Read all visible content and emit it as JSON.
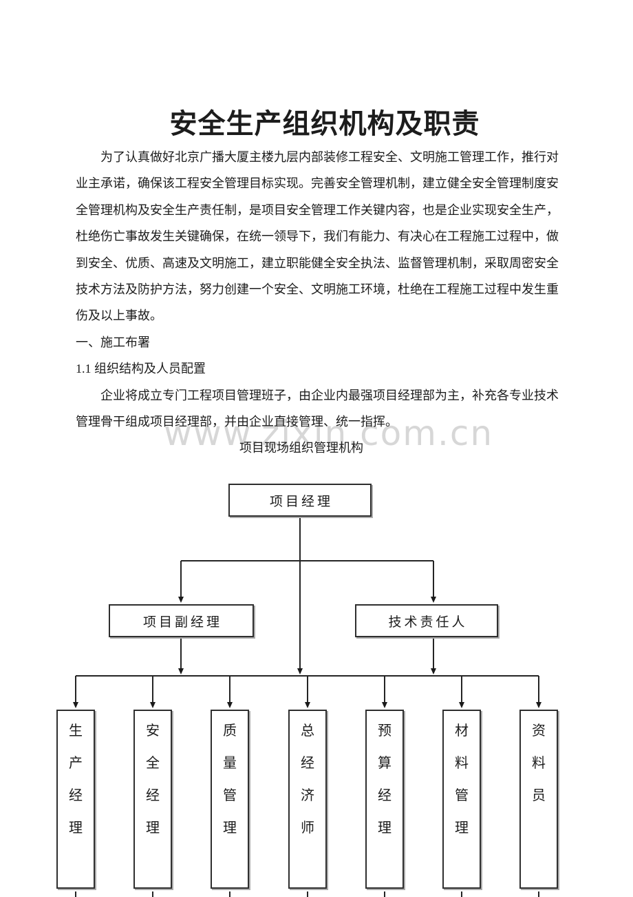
{
  "doc": {
    "title": "安全生产组织机构及职责",
    "watermark": "www.zixin.com.cn",
    "paragraph1": [
      "　　为了认真做好北京广播大厦主楼九层内部装修工程安全、文明施工管理工作，推行对",
      "业主承诺，确保该工程安全管理目标实现。完善安全管理机制，建立健全安全管理制度安",
      "全管理机构及安全生产责任制，是项目安全管理工作关键内容，也是企业实现安全生产，",
      "杜绝伤亡事故发生关键确保，在统一领导下，我们有能力、有决心在工程施工过程中，做",
      "到安全、优质、高速及文明施工，建立职能健全安全执法、监督管理机制，采取周密安全",
      "技术方法及防护方法，努力创建一个安全、文明施工环境，杜绝在工程施工过程中发生重",
      "伤及以上事故。"
    ],
    "section_heading": "一、施工布署",
    "subsection_heading": "1.1 组织结构及人员配置",
    "paragraph2": [
      "　　企业将成立专门工程项目管理班子，由企业内最强项目经理部为主，补充各专业技术",
      "管理骨干组成项目经理部，并由企业直接管理、统一指挥。"
    ],
    "org_chart": {
      "caption": "项目现场组织管理机构",
      "root": "项目经理",
      "deputy": "项目副经理",
      "technical": "技术责任人",
      "departments": [
        "生产经理",
        "安全经理",
        "质量管理",
        "总经济师",
        "预算经理",
        "材料管理",
        "资料员"
      ]
    }
  }
}
